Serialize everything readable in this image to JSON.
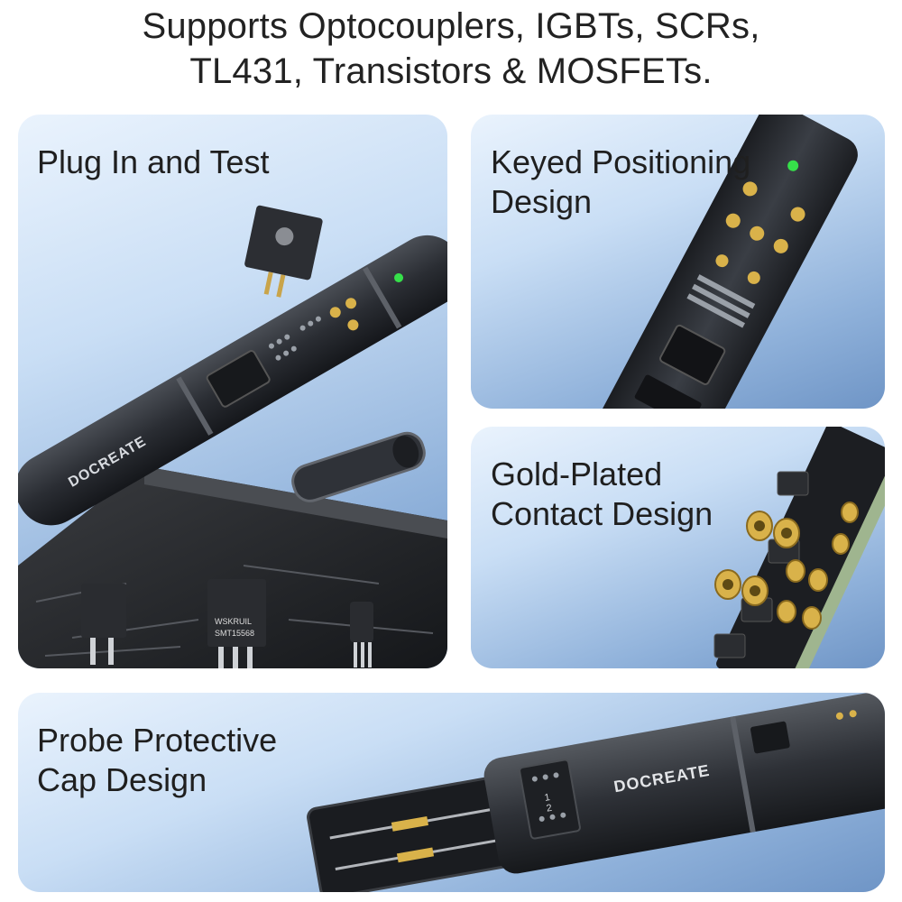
{
  "headline": {
    "line1": "Supports Optocouplers, IGBTs, SCRs,",
    "line2": "TL431, Transistors & MOSFETs."
  },
  "panels": [
    {
      "id": "plug-in",
      "caption_lines": [
        "Plug In and Test"
      ],
      "brand": "DOCREATE",
      "chip_labels": [
        "WSKRUIL",
        "SMT15568"
      ]
    },
    {
      "id": "keyed",
      "caption_lines": [
        "Keyed Positioning",
        "Design"
      ]
    },
    {
      "id": "gold",
      "caption_lines": [
        "Gold-Plated",
        "Contact Design"
      ]
    },
    {
      "id": "cap",
      "caption_lines": [
        "Probe Protective",
        "Cap Design"
      ],
      "brand": "DOCREATE",
      "port_labels": [
        "1",
        "2"
      ]
    }
  ],
  "colors": {
    "sky": "#8fb1da",
    "pen_body": "#2a2d33",
    "gold": "#d9b24a",
    "led": "#36e04a"
  }
}
